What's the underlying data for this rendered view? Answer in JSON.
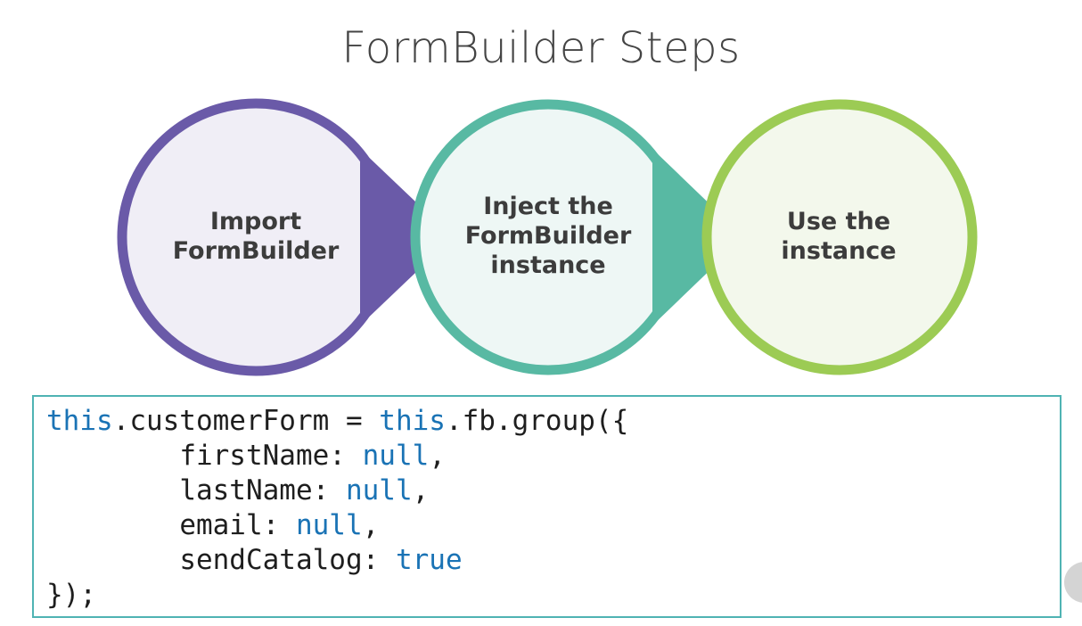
{
  "title": "FormBuilder Steps",
  "steps": [
    {
      "label_lines": [
        "Import",
        "FormBuilder"
      ],
      "ring_color": "#6a5aa8",
      "fill_color": "#f0eef6"
    },
    {
      "label_lines": [
        "Inject the",
        "FormBuilder",
        "instance"
      ],
      "ring_color": "#58b9a3",
      "fill_color": "#eef7f5"
    },
    {
      "label_lines": [
        "Use the",
        "instance"
      ],
      "ring_color": "#9ccb54",
      "fill_color": "#f3f8ec"
    }
  ],
  "code": {
    "line1": {
      "kw1": "this",
      "t1": ".customerForm = ",
      "kw2": "this",
      "t2": ".fb.group({"
    },
    "line2": {
      "key": "firstName: ",
      "val": "null",
      "tail": ","
    },
    "line3": {
      "key": "lastName: ",
      "val": "null",
      "tail": ","
    },
    "line4": {
      "key": "email: ",
      "val": "null",
      "tail": ","
    },
    "line5": {
      "key": "sendCatalog: ",
      "val": "true",
      "tail": ""
    },
    "line6": "});"
  },
  "colors": {
    "keyword": "#1a73b5",
    "code_border": "#4fb3b3"
  }
}
